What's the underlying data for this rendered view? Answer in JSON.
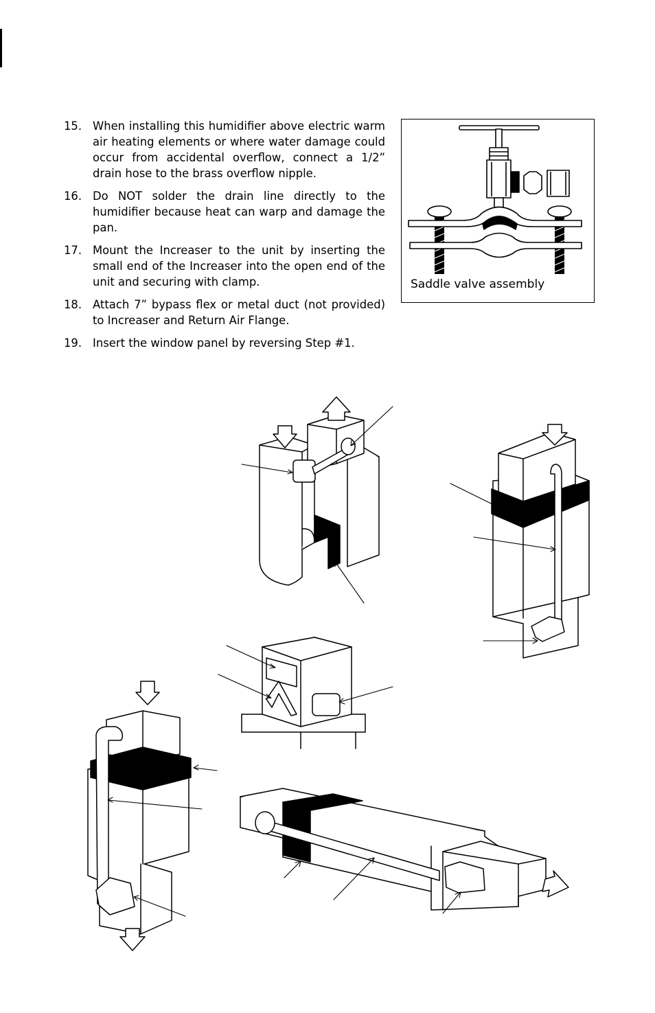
{
  "steps": [
    {
      "number": "15.",
      "text": "When installing this humidifier above electric warm air heating elements or where water damage could occur from accidental overflow, connect a 1/2” drain hose to the brass overflow nipple."
    },
    {
      "number": "16.",
      "text": "Do NOT solder the drain line directly to the humidifier because heat can warp and damage the pan."
    },
    {
      "number": "17.",
      "text": "Mount the Increaser to the unit by inserting the small end of the Increaser into the open end of the unit and securing with clamp."
    },
    {
      "number": "18.",
      "text": "Attach 7” bypass flex or metal duct (not provided) to Increaser and Return Air Flange."
    },
    {
      "number": "19.",
      "text": "Insert the window panel by reversing Step #1."
    }
  ],
  "figure": {
    "caption": "Saddle valve assembly"
  }
}
